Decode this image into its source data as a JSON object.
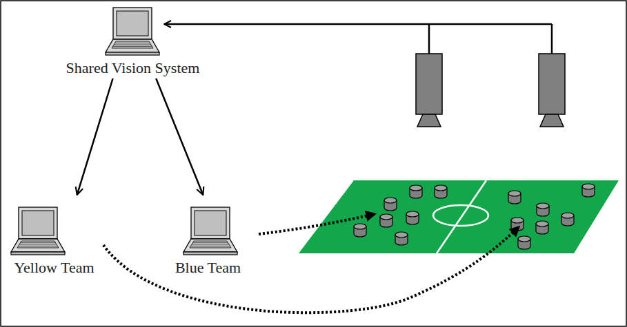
{
  "diagram": {
    "nodes": [
      {
        "text": [
          "Shared Vision System"
        ]
      },
      {
        "text": [
          "Yellow Team"
        ]
      },
      {
        "text": [
          "Blue Team"
        ]
      }
    ],
    "edges": [
      {
        "from": 0,
        "to": 1,
        "arrow": "to"
      },
      {
        "from": 0,
        "to": 2,
        "arrow": "to"
      }
    ]
  }
}
